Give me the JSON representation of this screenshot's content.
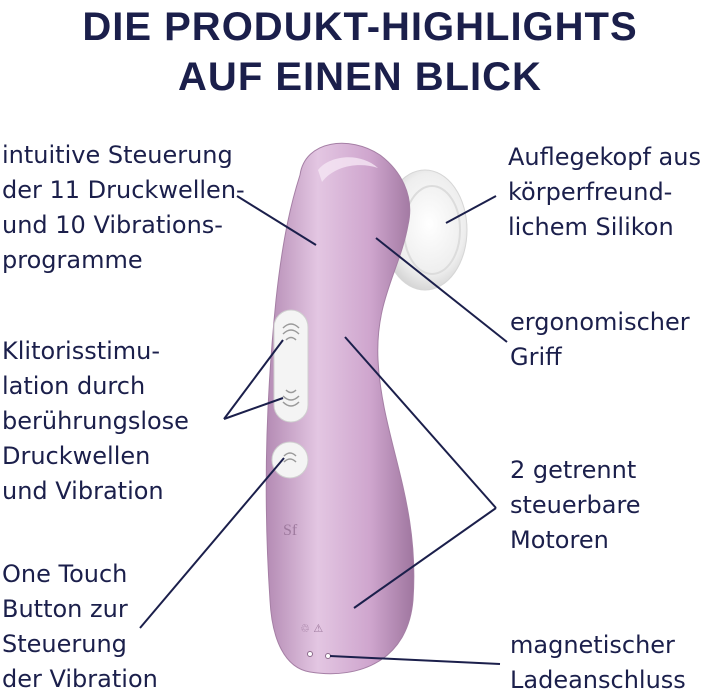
{
  "headline": {
    "line1": "DIE PRODUKT-HIGHLIGHTS",
    "line2": "AUF EINEN BLICK"
  },
  "features": {
    "controls": [
      "intuitive Steuerung",
      "der 11 Druckwellen-",
      "und 10 Vibrations-",
      "programme"
    ],
    "clitoral": [
      "Klitorisstimu-",
      "lation durch",
      "berührungslose",
      "Druckwellen",
      "und Vibration"
    ],
    "one_touch": [
      "One Touch",
      "Button zur",
      "Steuerung",
      "der Vibration"
    ],
    "head": [
      "Auflegekopf aus",
      "körperfreund-",
      "lichem Silikon"
    ],
    "grip": [
      "ergonomischer",
      "Griff"
    ],
    "motors": [
      "2 getrennt",
      "steuerbare",
      "Motoren"
    ],
    "charging": [
      "magnetischer",
      "Ladeanschluss"
    ]
  },
  "colors": {
    "text": "#1b1f4b",
    "device": "#d9b3d8",
    "device_shadow": "#a980a8",
    "silicone_head": "#f2f2f2"
  }
}
